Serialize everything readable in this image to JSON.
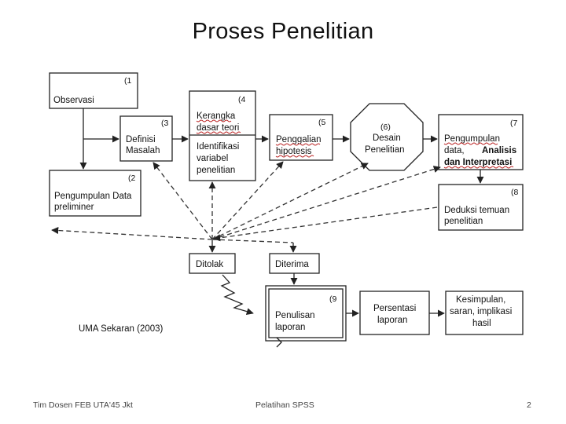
{
  "title": "Proses Penelitian",
  "footer": {
    "left": "Tim Dosen FEB UTA'45 Jkt",
    "center": "Pelatihan SPSS",
    "page": "2"
  },
  "citation": "UMA Sekaran (2003)",
  "nodes": {
    "observasi": {
      "num": "(1",
      "line1": "Observasi"
    },
    "definisi": {
      "num": "(3",
      "line1": "Definisi",
      "line2": "Masalah"
    },
    "pengumpulan_prelim": {
      "num": "(2",
      "line1": "Pengumpulan  Data",
      "line2": "preliminer"
    },
    "kerangka": {
      "num": "(4",
      "line1": "Kerangka",
      "line2": "dasar teori",
      "line3": "Identifikasi",
      "line4": "variabel",
      "line5": "penelitian"
    },
    "penggalian": {
      "num": "(5",
      "line1": "Penggalian",
      "line2": "hipotesis"
    },
    "desain": {
      "num": "(6)",
      "line1": "Desain",
      "line2": "Penelitian"
    },
    "pengumpulan_data": {
      "num": "(7",
      "line1": "Pengumpulan",
      "line2": "data,",
      "line2b": "Analisis",
      "line3": "dan Interpretasi"
    },
    "deduksi": {
      "num": "(8",
      "line1": "Deduksi   temuan",
      "line2": "penelitian"
    },
    "ditolak": {
      "line1": "Ditolak"
    },
    "diterima": {
      "line1": "Diterima"
    },
    "penulisan": {
      "num": "(9",
      "line1": "Penulisan",
      "line2": "laporan"
    },
    "persentasi": {
      "line1": "Persentasi",
      "line2": "laporan"
    },
    "kesimpulan": {
      "line1": "Kesimpulan,",
      "line2": "saran, implikasi",
      "line3": "hasil"
    }
  }
}
